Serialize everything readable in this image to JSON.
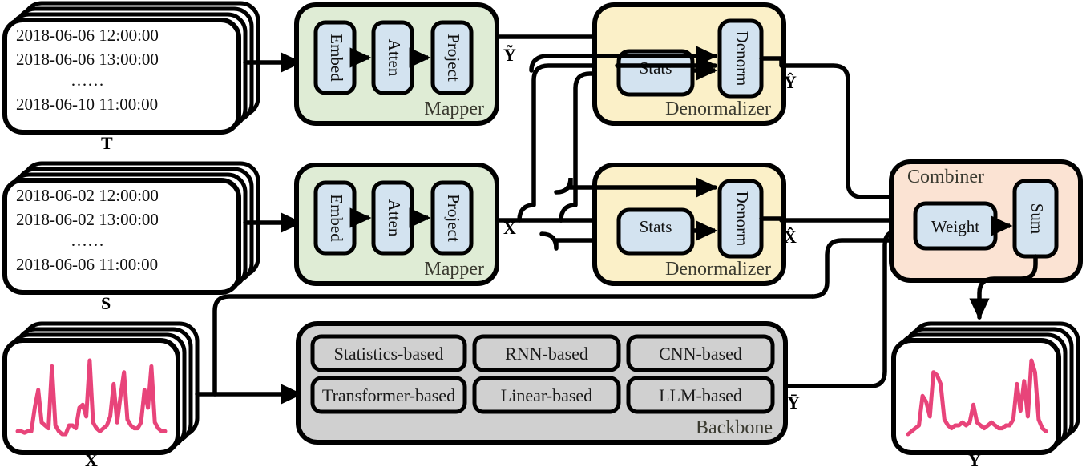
{
  "title": "Time series forecasting framework architecture",
  "datasets": {
    "target_timestamps": {
      "name": "T",
      "rows": [
        "2018-06-06 12:00:00",
        "2018-06-06 13:00:00",
        "……",
        "2018-06-10 11:00:00"
      ]
    },
    "source_timestamps": {
      "name": "S",
      "rows": [
        "2018-06-02 12:00:00",
        "2018-06-02 13:00:00",
        "……",
        "2018-06-06 11:00:00"
      ]
    },
    "input_series": {
      "name": "X"
    },
    "output_series": {
      "name": "Y"
    }
  },
  "mapper_top": {
    "title": "Mapper",
    "blocks": [
      "Embed",
      "Atten",
      "Project"
    ],
    "output_label": "Ỹ"
  },
  "mapper_bottom": {
    "title": "Mapper",
    "blocks": [
      "Embed",
      "Atten",
      "Project"
    ],
    "output_label": "X̃"
  },
  "denormalizer_top": {
    "title": "Denormalizer",
    "stats_label": "Stats",
    "denorm_label": "Denorm",
    "output_label": "Ŷ"
  },
  "denormalizer_bottom": {
    "title": "Denormalizer",
    "stats_label": "Stats",
    "denorm_label": "Denorm",
    "output_label": "X̂"
  },
  "backbone": {
    "title": "Backbone",
    "methods": [
      "Statistics-based",
      "RNN-based",
      "CNN-based",
      "Transformer-based",
      "Linear-based",
      "LLM-based"
    ],
    "output_label": "Ȳ"
  },
  "combiner": {
    "title": "Combiner",
    "weight_label": "Weight",
    "sum_label": "Sum"
  },
  "colors": {
    "mapper_panel": "#dfecd5",
    "denormalizer_panel": "#fbf0c8",
    "combiner_panel": "#fbe3d3",
    "backbone_panel": "#d0d0d0",
    "inner_block": "#d3e3f0",
    "series_line": "#e8447a",
    "stroke": "#000000",
    "panel_title": "#3a3a30"
  },
  "chart_data": [
    {
      "type": "line",
      "title": "X",
      "series_color": "#e8447a",
      "values": [
        4,
        4,
        3.5,
        4,
        4,
        12,
        18,
        7,
        6,
        5,
        26,
        6,
        4,
        3,
        3,
        6,
        6,
        5,
        12,
        13,
        9,
        28,
        7,
        5,
        4,
        5,
        6,
        9,
        20,
        7,
        16,
        24,
        8,
        6,
        5,
        5,
        7,
        18,
        12,
        26,
        7,
        5,
        4,
        4
      ],
      "ylim": [
        0,
        30
      ],
      "grid": false
    },
    {
      "type": "line",
      "title": "Y",
      "series_color": "#e8447a",
      "values": [
        3,
        4,
        5,
        6,
        16,
        14,
        9,
        24,
        23,
        20,
        8,
        6,
        5,
        6,
        6,
        7,
        6,
        7,
        13,
        7,
        6,
        5,
        6,
        7,
        6,
        5,
        5,
        6,
        6,
        8,
        20,
        11,
        21,
        9,
        28,
        24,
        8,
        5,
        4
      ],
      "ylim": [
        0,
        30
      ],
      "grid": false
    }
  ]
}
